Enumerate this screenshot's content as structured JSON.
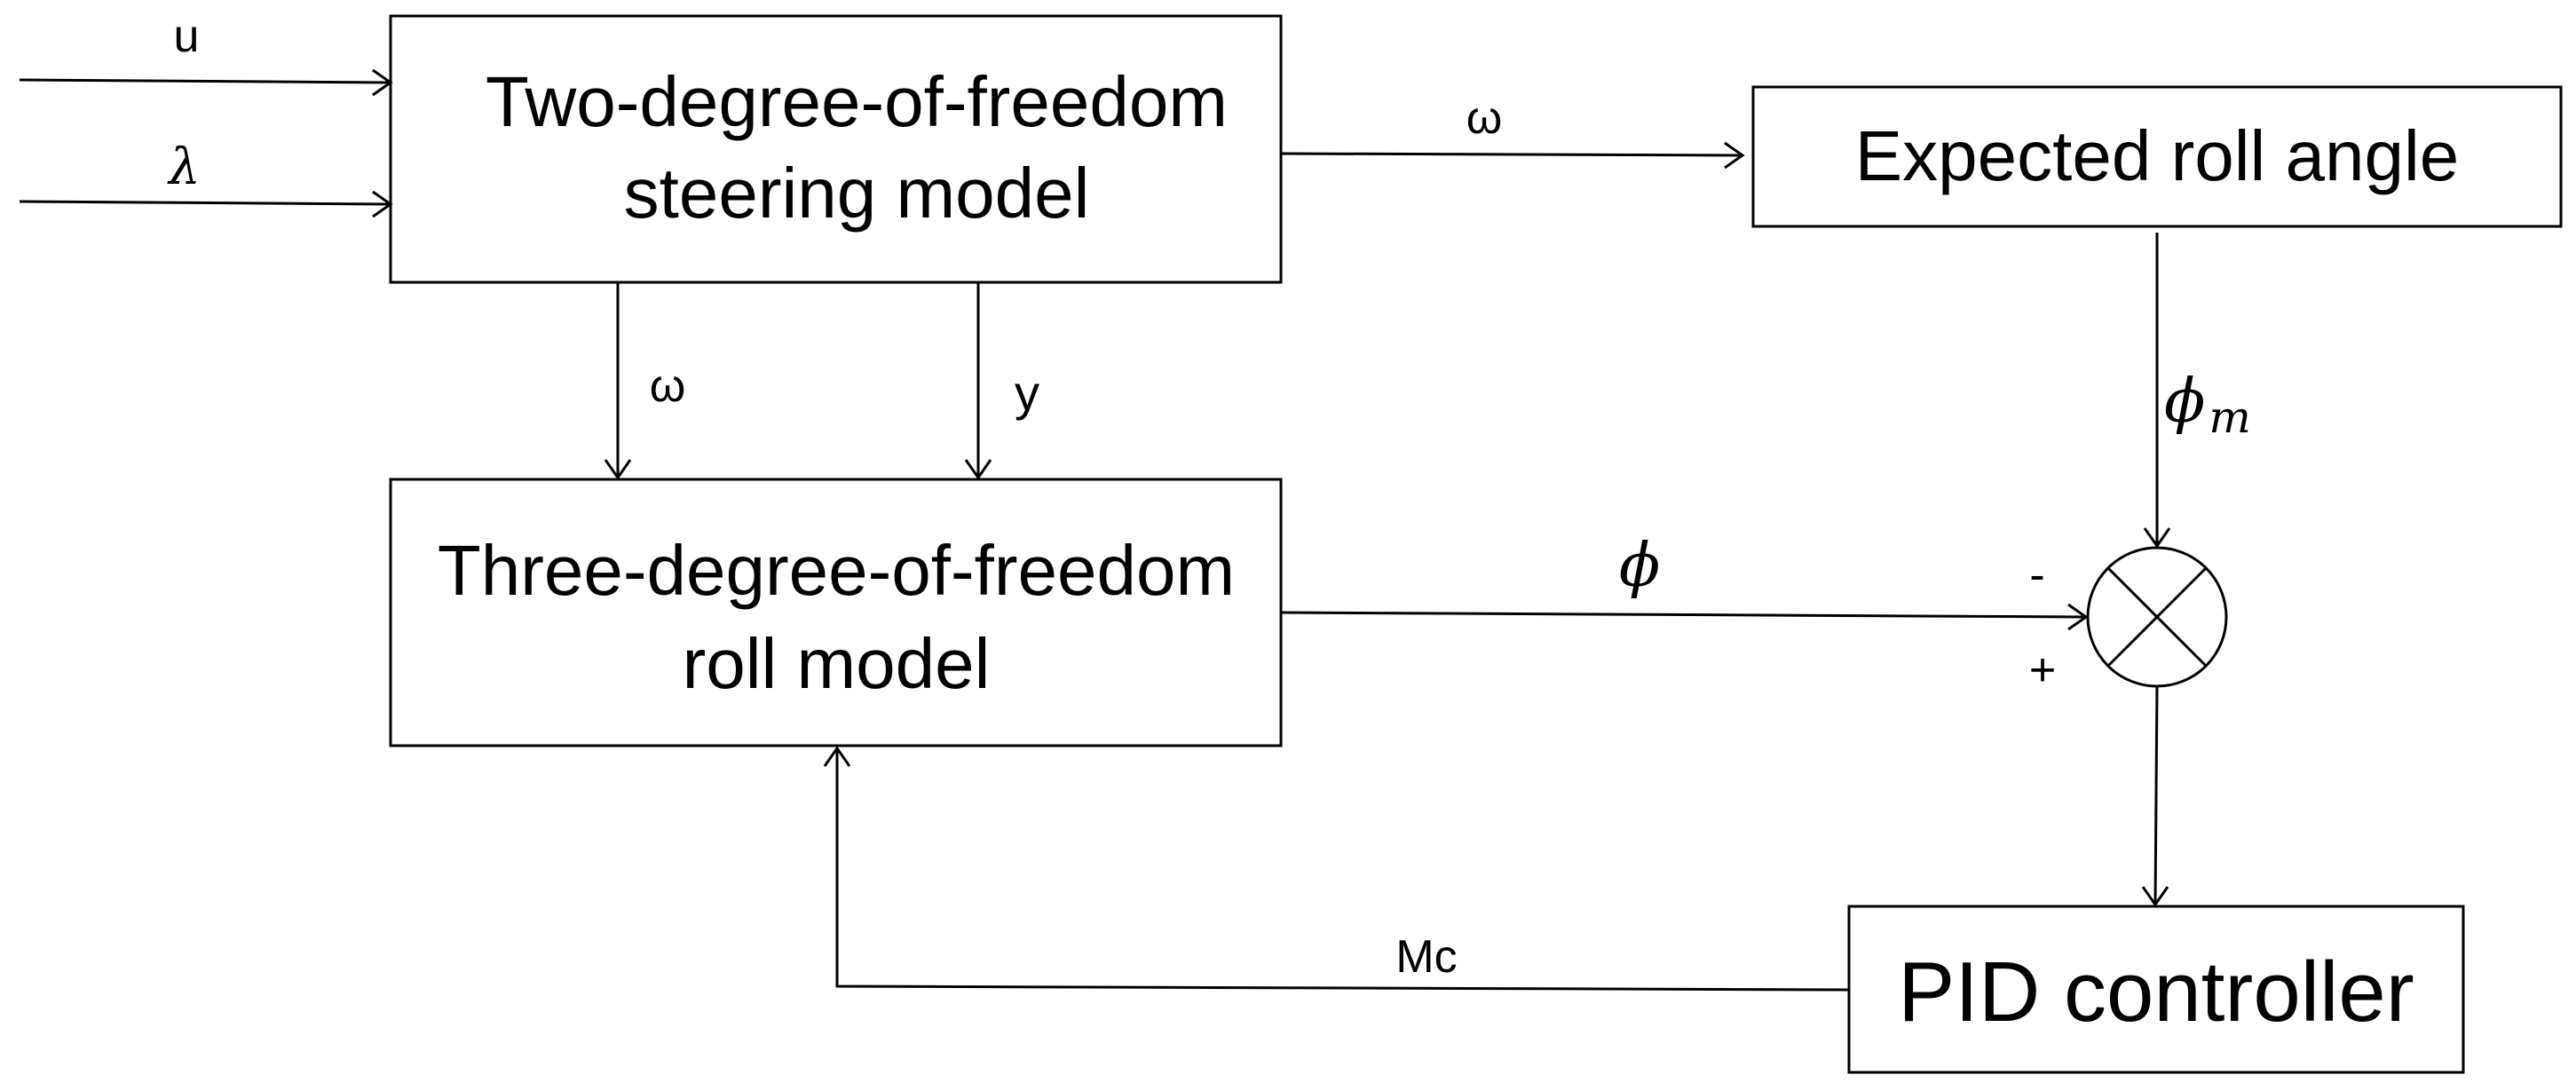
{
  "blocks": {
    "steering": {
      "line1": "Two-degree-of-freedom",
      "line2": "steering model"
    },
    "roll": {
      "line1": "Three-degree-of-freedom",
      "line2": "roll model"
    },
    "expected": {
      "label": "Expected roll angle"
    },
    "pid": {
      "label": "PID controller"
    }
  },
  "signals": {
    "input_u": "u",
    "input_lambda": "λ",
    "omega_to_expected": "ω",
    "omega_to_roll": "ω",
    "y_to_roll": "y",
    "phi_m": "ϕ",
    "phi_m_sub": "m",
    "phi": "ϕ",
    "minus_sign": "-",
    "plus_sign": "+",
    "mc": "Mc"
  }
}
